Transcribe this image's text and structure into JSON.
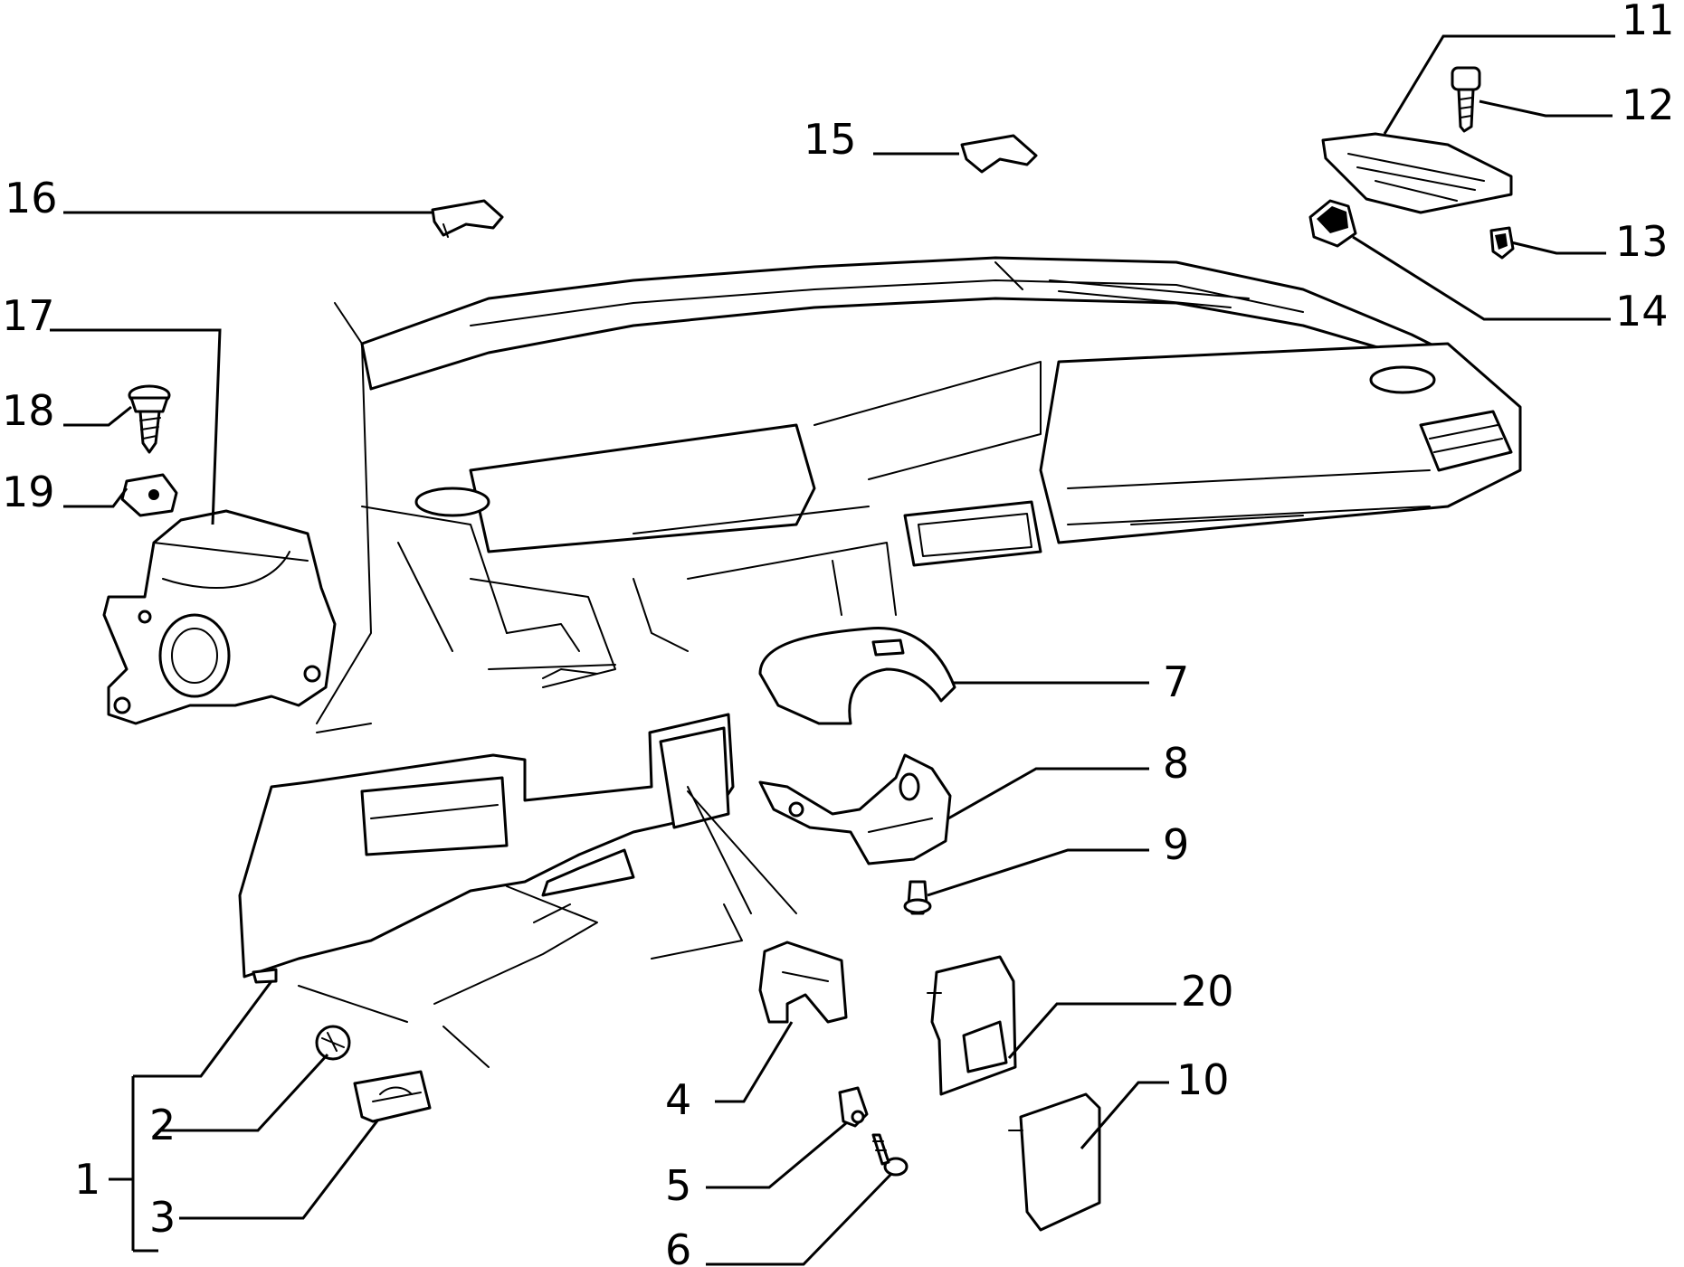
{
  "labels": {
    "n1": "1",
    "n2": "2",
    "n3": "3",
    "n4": "4",
    "n5": "5",
    "n6": "6",
    "n7": "7",
    "n8": "8",
    "n9": "9",
    "n10": "10",
    "n11": "11",
    "n12": "12",
    "n13": "13",
    "n14": "14",
    "n15": "15",
    "n16": "16",
    "n17": "17",
    "n18": "18",
    "n19": "19",
    "n20": "20"
  },
  "colors": {
    "ink": "#000000",
    "paper": "#ffffff"
  }
}
